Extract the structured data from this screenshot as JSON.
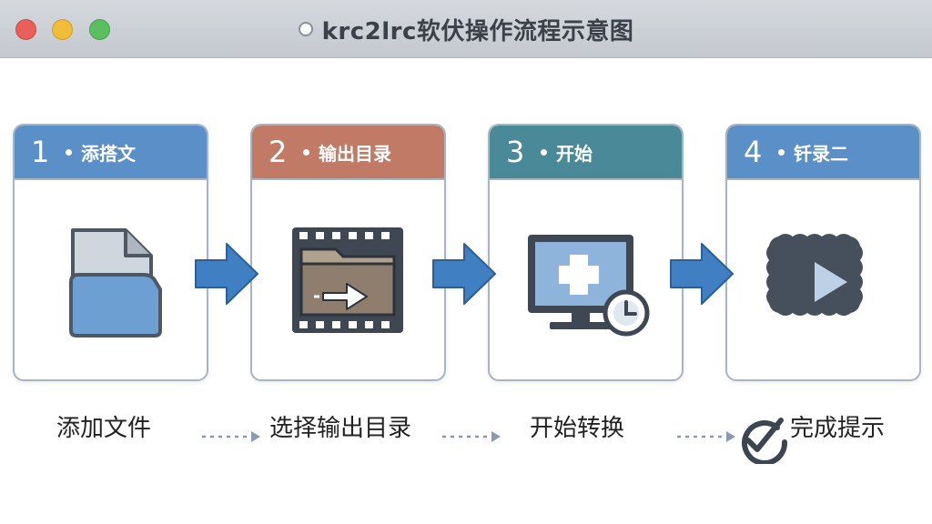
{
  "window": {
    "title": "krc2lrc软伏操作流程示意图"
  },
  "steps": [
    {
      "number": "1",
      "header": "添搭文",
      "caption": "添加文件",
      "header_color": "#5b8fc8",
      "icon": "file-folder-icon"
    },
    {
      "number": "2",
      "header": "输出目录",
      "caption": "选择输出目录",
      "header_color": "#c07a66",
      "icon": "folder-export-icon"
    },
    {
      "number": "3",
      "header": "开始",
      "caption": "开始转换",
      "header_color": "#4a8a98",
      "icon": "monitor-clock-icon"
    },
    {
      "number": "4",
      "header": "钎录二",
      "caption": "完成提示",
      "header_color": "#5b8fc8",
      "icon": "play-icon"
    }
  ],
  "colors": {
    "arrow": "#3f7fc2",
    "dashed_arrow": "#8a9bb0"
  }
}
